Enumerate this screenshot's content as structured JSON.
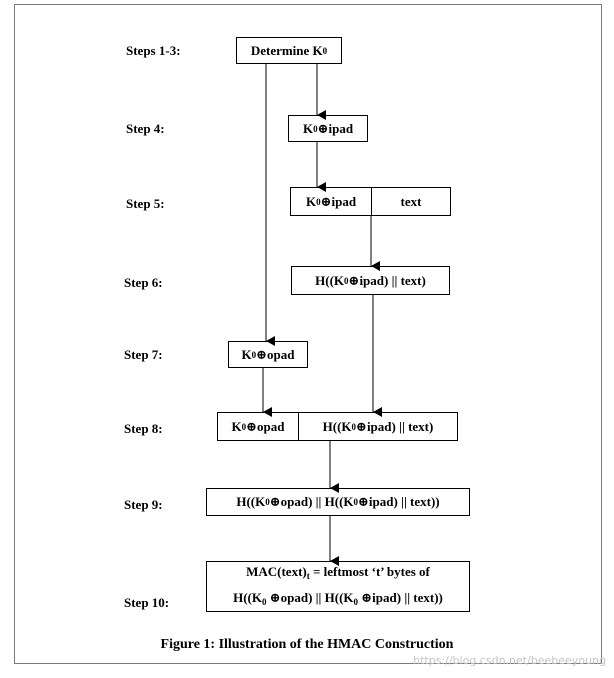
{
  "steps": {
    "s1": "Steps 1-3:",
    "s4": "Step 4:",
    "s5": "Step 5:",
    "s6": "Step 6:",
    "s7": "Step 7:",
    "s8": "Step 8:",
    "s9": "Step 9:",
    "s10": "Step 10:"
  },
  "boxes": {
    "b1": "Determine K",
    "sub0": "0",
    "ipad": " ⊕ipad",
    "opad": " ⊕opad",
    "text": "text",
    "h_prefix": "H((K",
    "h_ipad_text": " ⊕ipad) || text)",
    "h_outer_prefix": "H((K",
    "h_outer_mid": " ⊕opad) || H((K",
    "h_outer_end": " ⊕ipad) || text))",
    "mac_line1_a": "MAC(text)",
    "mac_sub_t": "t",
    "mac_line1_b": " = leftmost ‘t’ bytes of"
  },
  "caption": "Figure 1: Illustration of the HMAC Construction",
  "watermark": "https://blog.csdn.net/beebeeyoung"
}
